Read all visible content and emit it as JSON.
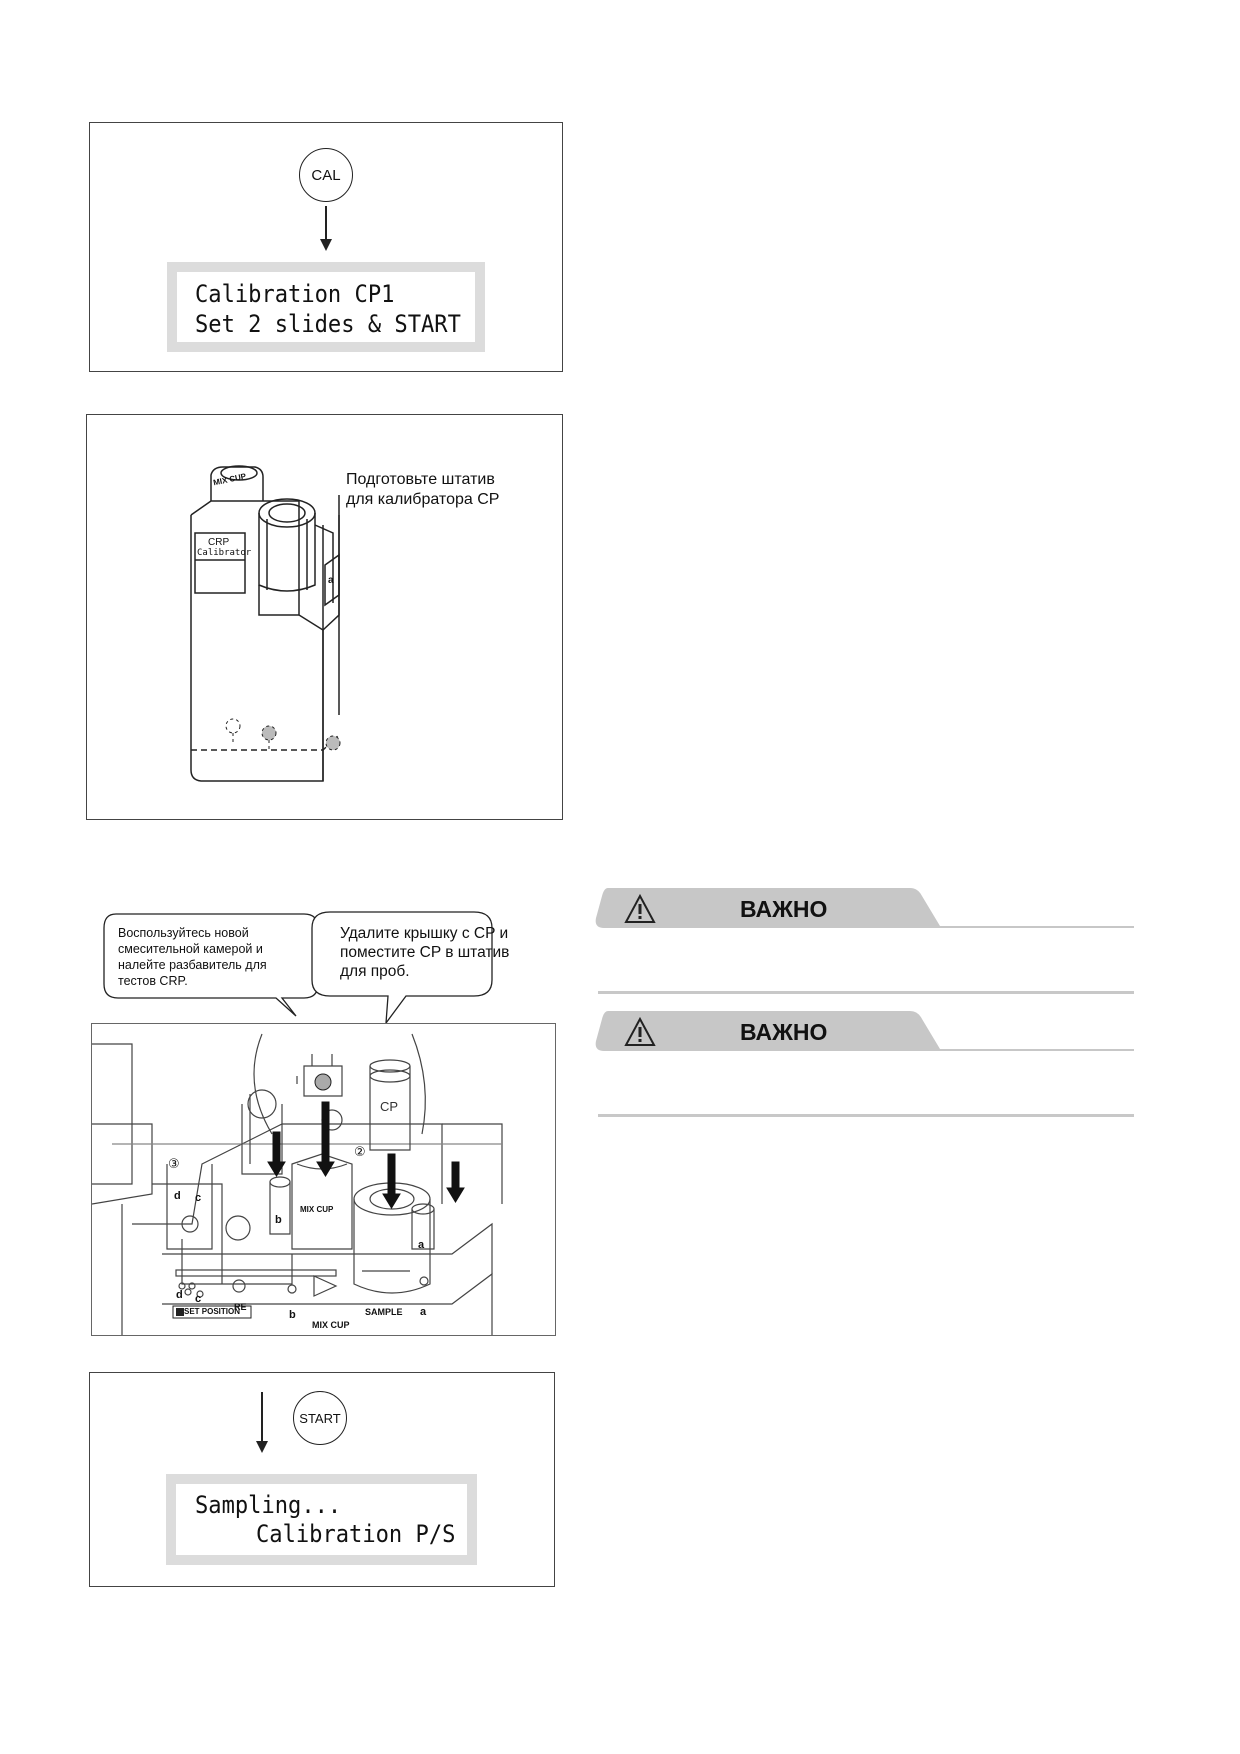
{
  "panel1": {
    "button_label": "CAL",
    "lcd_line1": "Calibration CP1",
    "lcd_line2": "Set 2 slides & START"
  },
  "panel2": {
    "caption_line1": "Подготовьте штатив",
    "caption_line2": "для калибратора CP",
    "cup_label": "MIX CUP",
    "crp_label_line1": "CRP",
    "crp_label_line2": "Calibrator",
    "slot_letter": "a"
  },
  "panel3": {
    "bubble_left_line1": "Воспользуйтесь новой",
    "bubble_left_line2": "смесительной камерой и",
    "bubble_left_line3": "налейте разбавитель для",
    "bubble_left_line4": "тестов CRP.",
    "bubble_right_line1": "Удалите крышку с CP и",
    "bubble_right_line2": "поместите CP в штатив",
    "bubble_right_line3": "для проб.",
    "tube_label": "CP",
    "labels": {
      "mix_cup": "MIX CUP",
      "sample": "SAMPLE",
      "re": "RE",
      "set_position": "SET POSITION",
      "a": "a",
      "b": "b",
      "c": "c",
      "d": "d",
      "num3": "③",
      "num2": "②"
    }
  },
  "panel4": {
    "button_label": "START",
    "lcd_line1": "Sampling...",
    "lcd_line2": "Calibration P/S"
  },
  "warnings": [
    {
      "title": "ВАЖНО"
    },
    {
      "title": "ВАЖНО"
    }
  ]
}
